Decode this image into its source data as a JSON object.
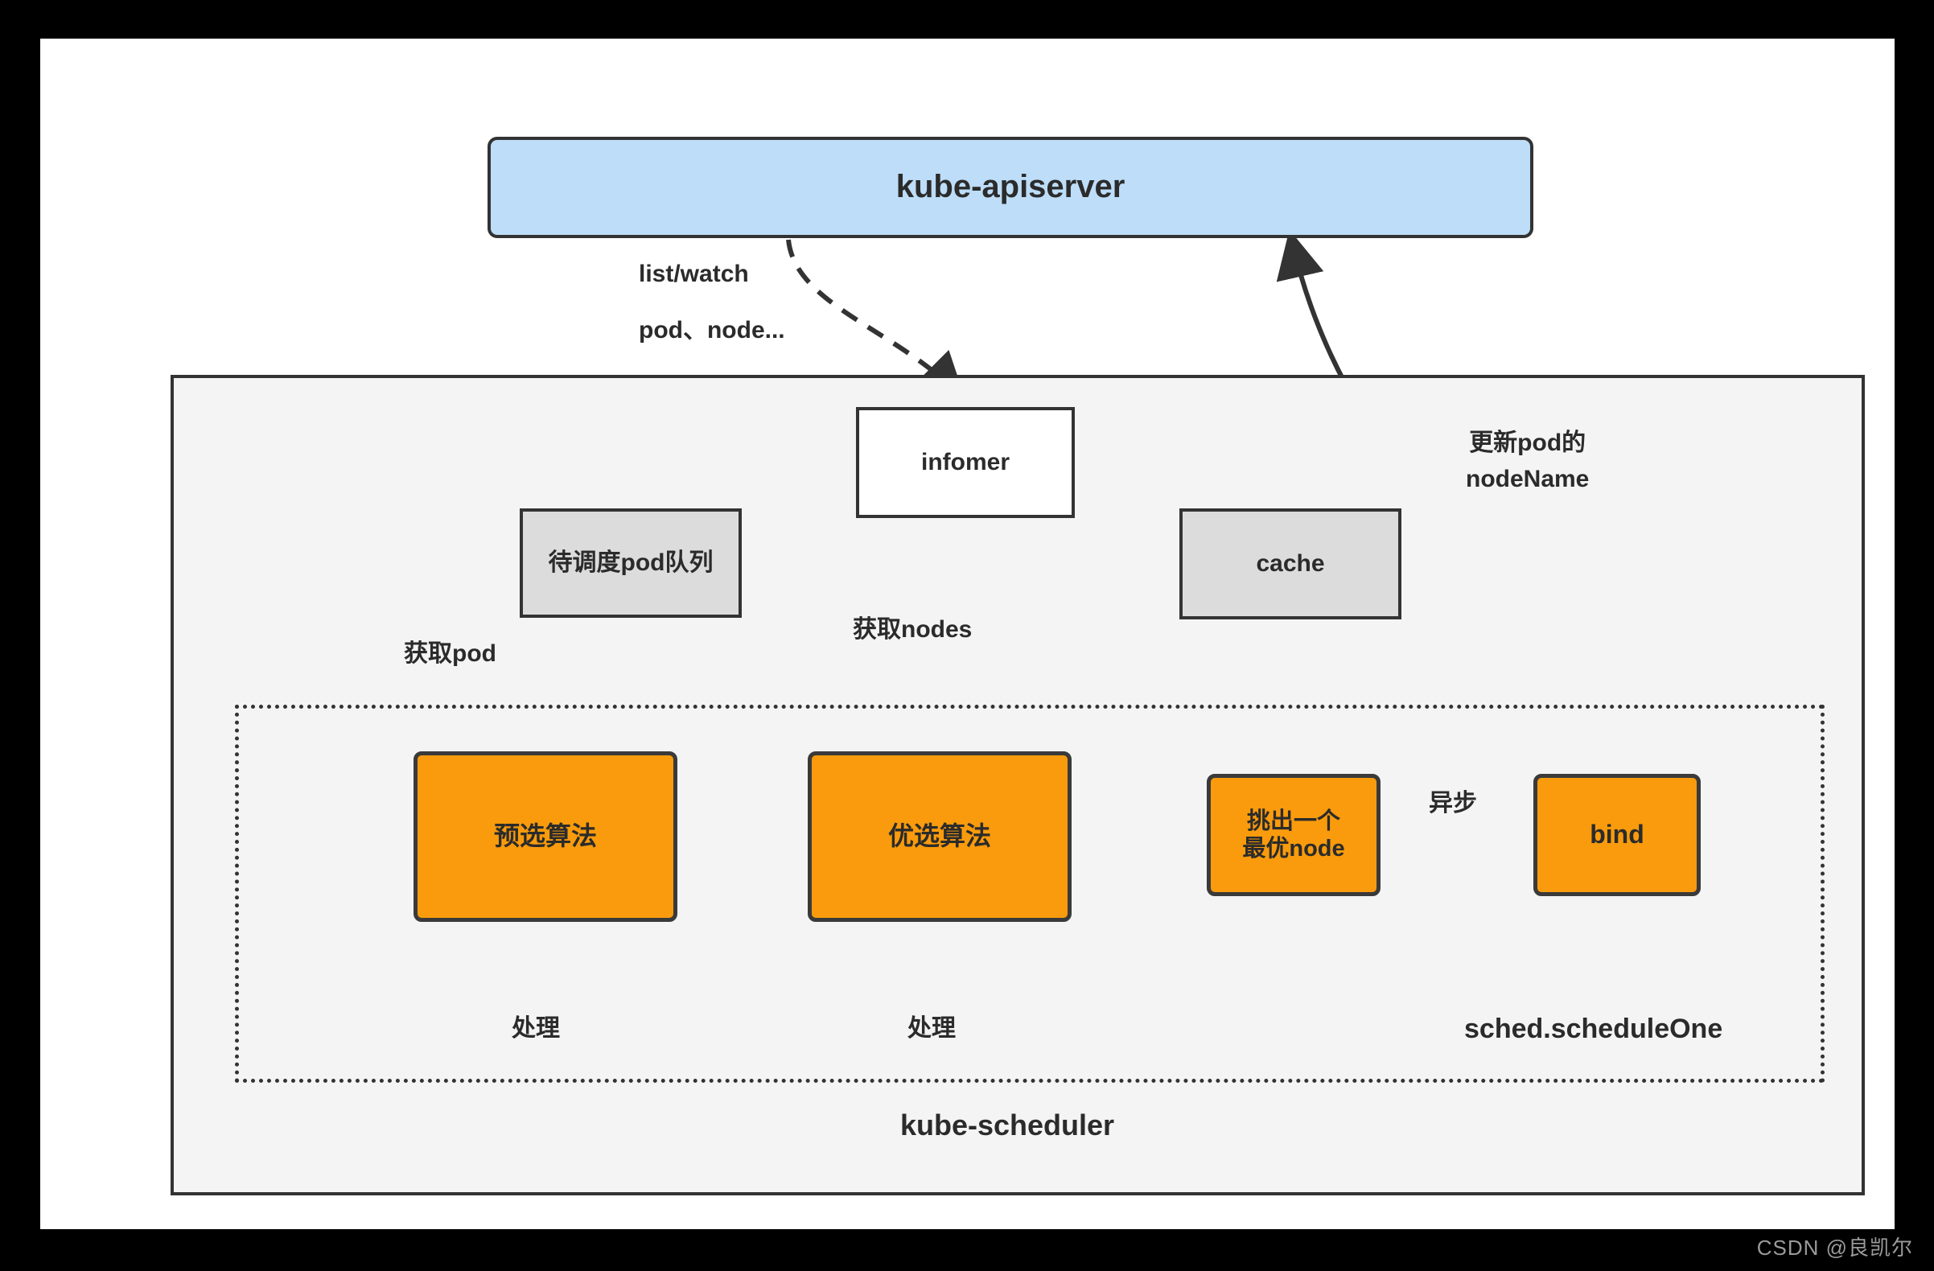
{
  "diagram": {
    "title": "kube-scheduler scheduling flow",
    "colors": {
      "apiserver_fill": "#bdddf8",
      "scheduler_fill": "#f4f4f4",
      "storage_fill": "#dcdcdc",
      "algorithm_fill": "#f99b0c",
      "stroke": "#333333",
      "page_background": "#ffffff",
      "canvas_background": "#000000"
    },
    "nodes": {
      "apiserver": {
        "label": "kube-apiserver"
      },
      "scheduler_container": {
        "label": "kube-scheduler"
      },
      "schedule_one": {
        "label": "sched.scheduleOne"
      },
      "infomer": {
        "label": "infomer"
      },
      "pod_queue": {
        "label": "待调度pod队列"
      },
      "cache": {
        "label": "cache"
      },
      "preselect": {
        "label": "预选算法"
      },
      "optselect": {
        "label": "优选算法"
      },
      "best_node": {
        "label": "挑出一个\n最优node"
      },
      "bind": {
        "label": "bind"
      }
    },
    "edge_labels": {
      "list_watch": "list/watch",
      "pod_node": "pod、node...",
      "get_pod": "获取pod",
      "get_nodes": "获取nodes",
      "async": "异步",
      "update_pod_nodename": "更新pod的\nnodeName",
      "handle_preselect": "处理",
      "handle_optselect": "处理"
    },
    "edges": [
      {
        "from": "apiserver",
        "to": "infomer",
        "label": "list/watch pod、node...",
        "style": "dashed"
      },
      {
        "from": "infomer",
        "to": "pod_queue",
        "label": "",
        "style": "solid"
      },
      {
        "from": "infomer",
        "to": "cache",
        "label": "",
        "style": "solid"
      },
      {
        "from": "pod_queue",
        "to": "preselect",
        "label": "获取pod",
        "style": "solid"
      },
      {
        "from": "cache",
        "to": "preselect",
        "label": "获取nodes",
        "style": "solid"
      },
      {
        "from": "preselect",
        "to": "optselect",
        "label": "",
        "style": "solid"
      },
      {
        "from": "optselect",
        "to": "best_node",
        "label": "",
        "style": "solid"
      },
      {
        "from": "best_node",
        "to": "cache",
        "label": "",
        "style": "solid"
      },
      {
        "from": "best_node",
        "to": "bind",
        "label": "异步",
        "style": "solid"
      },
      {
        "from": "bind",
        "to": "apiserver",
        "label": "更新pod的 nodeName",
        "style": "solid"
      },
      {
        "from": "preselect",
        "to": "preselect",
        "label": "处理",
        "style": "dashed-loop"
      },
      {
        "from": "optselect",
        "to": "optselect",
        "label": "处理",
        "style": "dashed-loop"
      }
    ]
  },
  "watermark": {
    "text": "CSDN @良凯尔"
  }
}
